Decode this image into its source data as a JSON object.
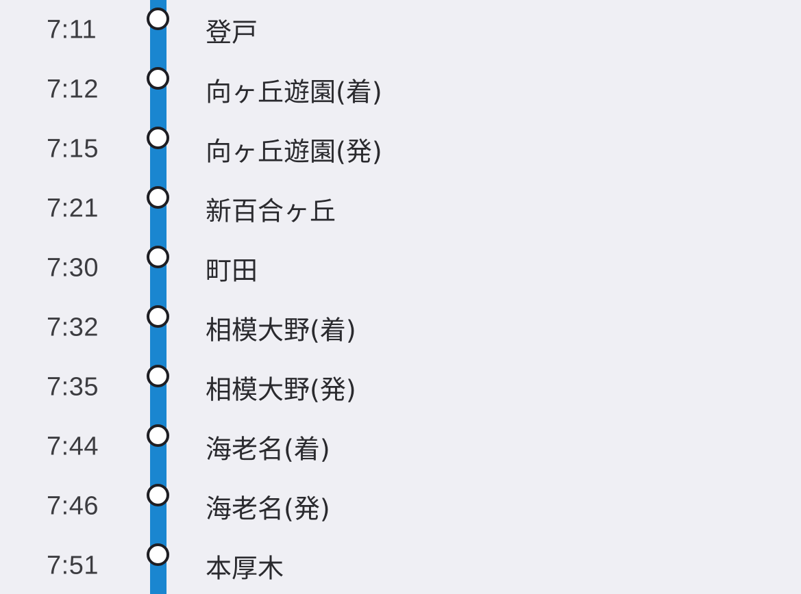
{
  "colors": {
    "background": "#efeff4",
    "line": "#1a86d0",
    "stop_border": "#1e1e23",
    "stop_fill": "#ffffff",
    "text": "#2a2a2e"
  },
  "stops": [
    {
      "time": "7:11",
      "station": "登戸"
    },
    {
      "time": "7:12",
      "station": "向ヶ丘遊園(着)"
    },
    {
      "time": "7:15",
      "station": "向ヶ丘遊園(発)"
    },
    {
      "time": "7:21",
      "station": "新百合ヶ丘"
    },
    {
      "time": "7:30",
      "station": "町田"
    },
    {
      "time": "7:32",
      "station": "相模大野(着)"
    },
    {
      "time": "7:35",
      "station": "相模大野(発)"
    },
    {
      "time": "7:44",
      "station": "海老名(着)"
    },
    {
      "time": "7:46",
      "station": "海老名(発)"
    },
    {
      "time": "7:51",
      "station": "本厚木"
    }
  ]
}
